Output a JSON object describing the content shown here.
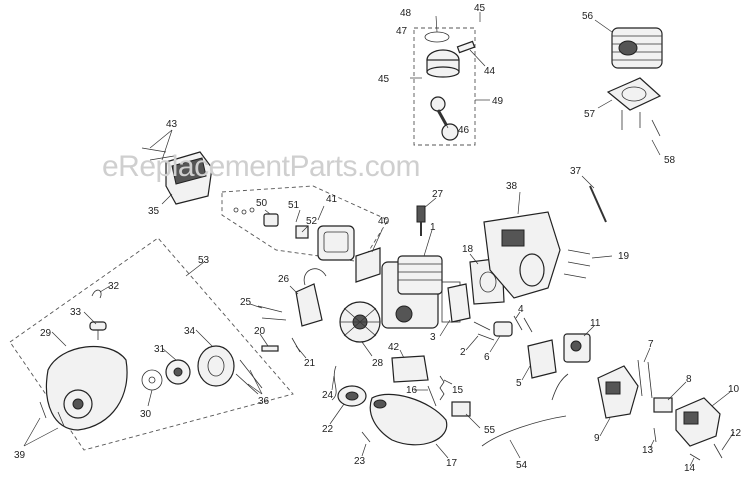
{
  "watermark": "eReplacementParts.com",
  "callouts": [
    {
      "id": "c1",
      "text": "1"
    },
    {
      "id": "c2",
      "text": "2"
    },
    {
      "id": "c3",
      "text": "3"
    },
    {
      "id": "c4",
      "text": "4"
    },
    {
      "id": "c5",
      "text": "5"
    },
    {
      "id": "c6",
      "text": "6"
    },
    {
      "id": "c7",
      "text": "7"
    },
    {
      "id": "c8",
      "text": "8"
    },
    {
      "id": "c9",
      "text": "9"
    },
    {
      "id": "c10",
      "text": "10"
    },
    {
      "id": "c11",
      "text": "11"
    },
    {
      "id": "c12",
      "text": "12"
    },
    {
      "id": "c13",
      "text": "13"
    },
    {
      "id": "c14",
      "text": "14"
    },
    {
      "id": "c15",
      "text": "15"
    },
    {
      "id": "c16",
      "text": "16"
    },
    {
      "id": "c17",
      "text": "17"
    },
    {
      "id": "c18",
      "text": "18"
    },
    {
      "id": "c19",
      "text": "19"
    },
    {
      "id": "c20",
      "text": "20"
    },
    {
      "id": "c21",
      "text": "21"
    },
    {
      "id": "c22",
      "text": "22"
    },
    {
      "id": "c23",
      "text": "23"
    },
    {
      "id": "c24",
      "text": "24"
    },
    {
      "id": "c25",
      "text": "25"
    },
    {
      "id": "c26",
      "text": "26"
    },
    {
      "id": "c27",
      "text": "27"
    },
    {
      "id": "c28",
      "text": "28"
    },
    {
      "id": "c29",
      "text": "29"
    },
    {
      "id": "c30",
      "text": "30"
    },
    {
      "id": "c31",
      "text": "31"
    },
    {
      "id": "c32",
      "text": "32"
    },
    {
      "id": "c33",
      "text": "33"
    },
    {
      "id": "c34",
      "text": "34"
    },
    {
      "id": "c35",
      "text": "35"
    },
    {
      "id": "c36",
      "text": "36"
    },
    {
      "id": "c37",
      "text": "37"
    },
    {
      "id": "c38",
      "text": "38"
    },
    {
      "id": "c39",
      "text": "39"
    },
    {
      "id": "c40",
      "text": "40"
    },
    {
      "id": "c41",
      "text": "41"
    },
    {
      "id": "c42",
      "text": "42"
    },
    {
      "id": "c43",
      "text": "43"
    },
    {
      "id": "c44",
      "text": "44"
    },
    {
      "id": "c45a",
      "text": "45"
    },
    {
      "id": "c45b",
      "text": "45"
    },
    {
      "id": "c46",
      "text": "46"
    },
    {
      "id": "c47",
      "text": "47"
    },
    {
      "id": "c48",
      "text": "48"
    },
    {
      "id": "c49",
      "text": "49"
    },
    {
      "id": "c50",
      "text": "50"
    },
    {
      "id": "c51",
      "text": "51"
    },
    {
      "id": "c52",
      "text": "52"
    },
    {
      "id": "c53",
      "text": "53"
    },
    {
      "id": "c54",
      "text": "54"
    },
    {
      "id": "c55",
      "text": "55"
    },
    {
      "id": "c56",
      "text": "56"
    },
    {
      "id": "c57",
      "text": "57"
    },
    {
      "id": "c58",
      "text": "58"
    }
  ]
}
